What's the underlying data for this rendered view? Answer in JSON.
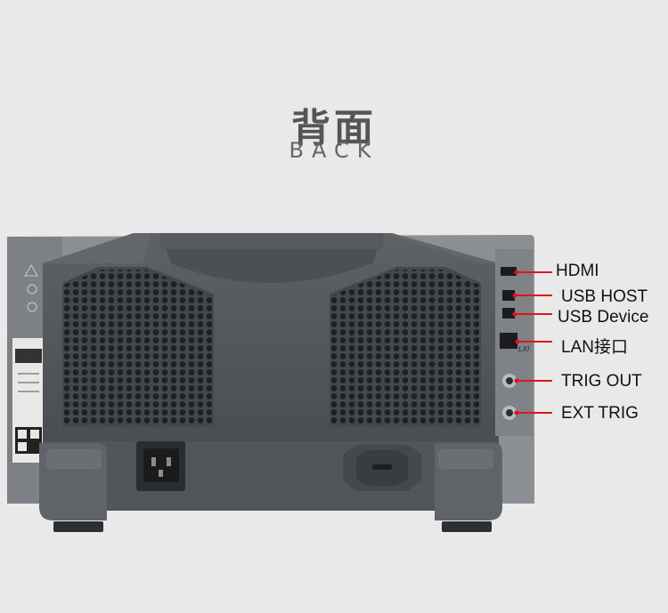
{
  "heading": {
    "chinese": "背面",
    "english": "BACK"
  },
  "callouts": [
    {
      "id": "hdmi",
      "label": "HDMI"
    },
    {
      "id": "usb-host",
      "label": "USB HOST"
    },
    {
      "id": "usb-device",
      "label": "USB Device"
    },
    {
      "id": "lan",
      "label": "LAN接口"
    },
    {
      "id": "trig-out",
      "label": "TRIG OUT"
    },
    {
      "id": "ext-trig",
      "label": "EXT TRIG"
    }
  ],
  "colors": {
    "background": "#e9e9e9",
    "chassis": "#55585c",
    "chassis_dark": "#3d4043",
    "back_plate": "#8a8e92",
    "callout_line": "#e0141e",
    "callout_dot": "#e0141e"
  }
}
